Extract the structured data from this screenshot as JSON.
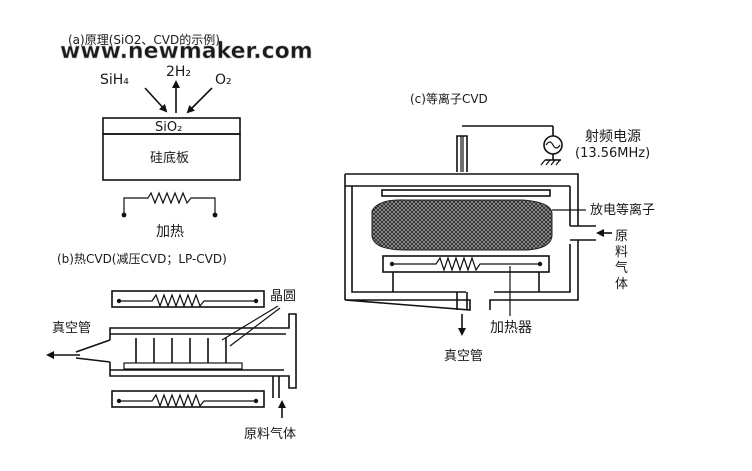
{
  "watermark": "www.newmaker.com",
  "panel_a": {
    "title": "(a)原理(SiO2、CVD的示例)",
    "gas_in_1": "SiH₄",
    "gas_out": "2H₂",
    "gas_in_2": "O₂",
    "film_label": "SiO₂",
    "substrate_label": "硅底板",
    "heater_label": "加热"
  },
  "panel_b": {
    "title": "(b)热CVD(减压CVD；LP-CVD)",
    "wafer_label": "晶圆",
    "vacuum_label": "真空管",
    "gas_label": "原料气体"
  },
  "panel_c": {
    "title": "(c)等离子CVD",
    "rf_label_1": "射频电源",
    "rf_label_2": "(13.56MHz)",
    "plasma_label": "放电等离子",
    "gas_label_1": "原",
    "gas_label_2": "料",
    "gas_label_3": "气",
    "gas_label_4": "体",
    "heater_label": "加热器",
    "vacuum_label": "真空管"
  }
}
